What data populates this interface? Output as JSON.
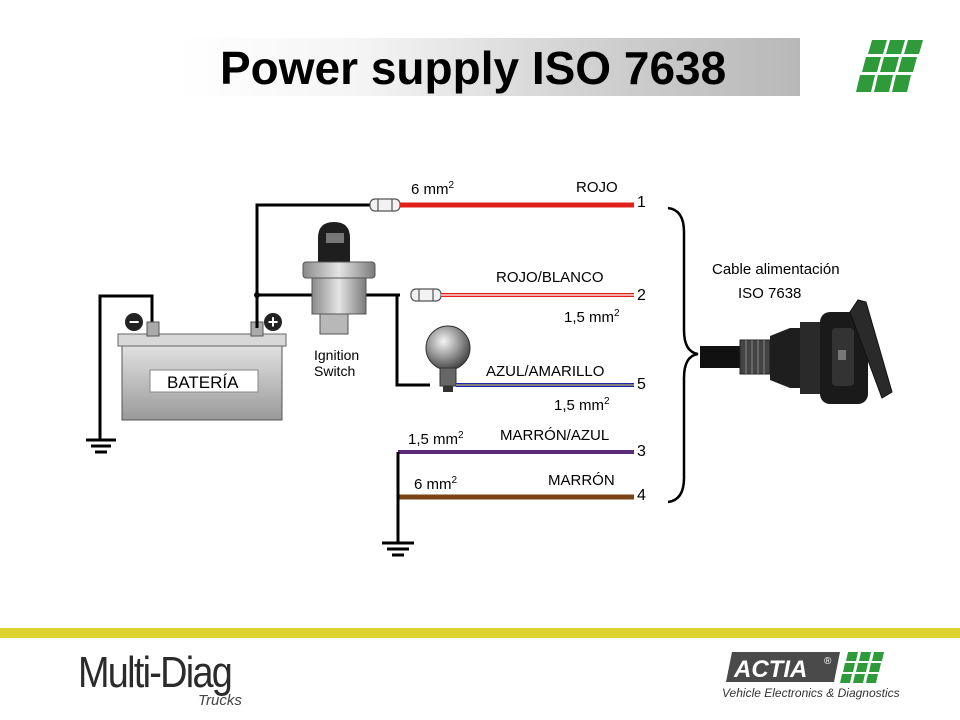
{
  "title": "Power supply ISO 7638",
  "battery": {
    "label": "BATERÍA",
    "negative_symbol": "−",
    "positive_symbol": "+"
  },
  "ignition": {
    "label_line1": "Ignition",
    "label_line2": "Switch"
  },
  "connector": {
    "label_line1": "Cable alimentación",
    "label_line2": "ISO 7638"
  },
  "wires": [
    {
      "pin": "1",
      "color_name": "ROJO",
      "size": "6 mm",
      "sup": "2",
      "color": "#e0201c"
    },
    {
      "pin": "2",
      "color_name": "ROJO/BLANCO",
      "size": "1,5 mm",
      "sup": "2",
      "color": "#e0201c"
    },
    {
      "pin": "5",
      "color_name": "AZUL/AMARILLO",
      "size": "1,5 mm",
      "sup": "2",
      "color": "#1c2aa8"
    },
    {
      "pin": "3",
      "color_name": "MARRÓN/AZUL",
      "size": "1,5 mm",
      "sup": "2",
      "color": "#5a2a78"
    },
    {
      "pin": "4",
      "color_name": "MARRÓN",
      "size": "6 mm",
      "sup": "2",
      "color": "#7a4416"
    }
  ],
  "footer": {
    "brand_name": "Multi-Diag",
    "brand_sub": "Trucks",
    "actia_name": "ACTIA",
    "actia_reg": "®",
    "actia_tagline": "Vehicle Electronics & Diagnostics"
  },
  "colors": {
    "accent_green": "#2e9a3a",
    "footer_line": "#ddd230"
  }
}
